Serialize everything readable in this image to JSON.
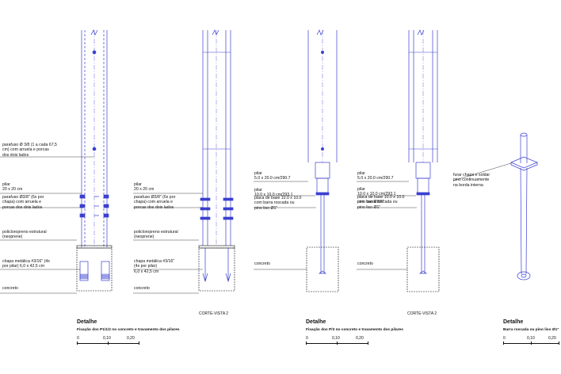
{
  "colors": {
    "drawing": "#3a3fd0",
    "text": "#111111",
    "background": "#ffffff"
  },
  "labels": {
    "d1_parafuso": "parafuso Ø 3/8 (1 a cada 67,5\ncm) com arruela e porcas\ndos dois lados",
    "d1_pilar": "pilar\n20 x 20 cm",
    "d1_parafuso_chapa": "parafuso Ø3/8\" (6x por\nchapa) com arruela e\nporcas dos dois lados",
    "d1_policloropreno": "policloropreno estrutural\n(neoprene)",
    "d1_chapa": "chapa metálica #3/16\" (4x\npor pilar) 6,0 x 42,5 cm",
    "d1_concreto": "concreto",
    "d2_pilar": "pilar\n20 x 20 cm",
    "d2_parafuso_chapa": "parafuso Ø3/8\" (6x por\nchapa) com arruela e\nporcas dos dois lados",
    "d2_policloropreno": "policloropreno estrutural\n(neoprene)",
    "d2_chapa": "chapa metálica #3/16\"\n(4x por pilar)\n6,0 x 42,5 cm",
    "d2_concreto": "concreto",
    "d3_pilar_a": "pilar\n5.0 x 20.0 cm/290.7",
    "d3_pilar_b": "pilar\n10.0 x 10.0 cm/293.1",
    "d3_placa": "placa de base 10.0 x 10.0\ncom barra roscada ou\npino liso Ø1\"",
    "d3_concreto": "concreto",
    "d4_pilar_a": "pilar\n5.0 x 20.0 cm/290.7",
    "d4_pilar_b": "pilar\n10.0 x 10.0 cm/293.1",
    "d4_pino": "pino liso Ø3/8\"",
    "d4_placa": "placa de base 10.0 x 10.0\ncom barra roscada ou\npino liso Ø1\"",
    "d4_concreto": "concreto",
    "d5_furar": "furar chapa e soldar\npino continuamente\nna borda interna"
  },
  "cuts": {
    "a": "CORTE-VISTA 2",
    "b": "CORTE-VISTA 2"
  },
  "titles": {
    "t1": "Detalhe",
    "s1": "Fixação dos P1/1/2 no concreto e travamento dos pilares",
    "t2": "Detalhe",
    "s2": "Fixação dos P/3 no concreto e travamento dos pilares",
    "t3": "Detalhe",
    "s3": "Barra roscada ou pino liso Ø1\""
  },
  "scale": {
    "t0": "0",
    "t1": "0,10",
    "t2": "0,20"
  }
}
